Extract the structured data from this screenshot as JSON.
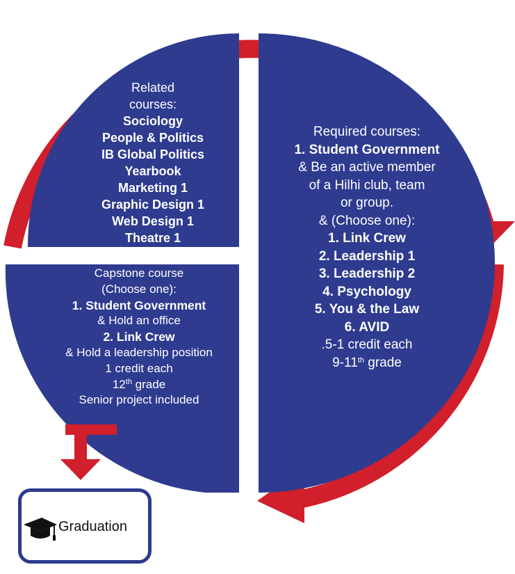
{
  "colors": {
    "quadrant_blue": "#2e3b8f",
    "arrow_red": "#d11f2b",
    "text": "#ffffff",
    "box_border": "#2c3a8e"
  },
  "related": {
    "heading": [
      "Related",
      "courses:"
    ],
    "courses": [
      "Sociology",
      "People & Politics",
      "IB Global Politics",
      "Yearbook",
      "Marketing 1",
      "Graphic Design 1",
      "Web Design 1",
      "Theatre 1"
    ]
  },
  "required": {
    "heading": "Required courses:",
    "first_course": "1. Student Government",
    "member_lines": [
      "& Be an active member",
      "of a Hilhi club, team",
      "or group."
    ],
    "choose": "& (Choose one):",
    "options": [
      "1. Link Crew",
      "2. Leadership 1",
      "3. Leadership 2",
      "4. Psychology",
      "5. You & the Law",
      "6. AVID"
    ],
    "credit": ".5-1 credit each",
    "grade_prefix": "9-11",
    "grade_sup": "th",
    "grade_suffix": " grade"
  },
  "capstone": {
    "heading": [
      "Capstone course",
      "(Choose one):"
    ],
    "option1": "1. Student Government",
    "option1_note": "& Hold an office",
    "option2": "2. Link Crew",
    "option2_note": "& Hold a leadership position",
    "credit": "1 credit each",
    "grade_prefix": "12",
    "grade_sup": "th",
    "grade_suffix": " grade",
    "project": "Senior project included"
  },
  "graduation": {
    "label": "Graduation",
    "icon": "graduation-cap-icon"
  }
}
